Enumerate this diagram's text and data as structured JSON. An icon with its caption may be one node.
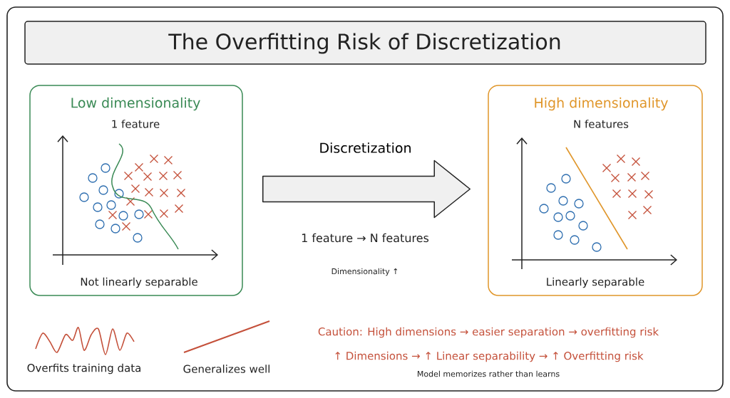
{
  "diagram": {
    "nodes": [
      {
        "text": [
          "The Overfitting Risk of Discretization"
        ]
      },
      {
        "text": [
          "Low dimensionality",
          "1 feature",
          "Not linearly separable"
        ]
      },
      {
        "text": [
          "High dimensionality",
          "N features",
          "Linearly separable"
        ]
      }
    ],
    "edges": [
      {
        "from": 1,
        "to": 2,
        "arrow": "to",
        "label": "Discretization"
      }
    ],
    "labels": [
      "1 feature → N features",
      "Dimensionality ↑",
      "Caution: High dimensions → easier separation → overfitting risk",
      "↑ Dimensions → ↑ Linear separability → ↑ Overfitting risk",
      "Model memorizes rather than learns"
    ],
    "legend": [
      {
        "text": "Overfits training data"
      },
      {
        "text": "Generalizes well"
      }
    ]
  }
}
